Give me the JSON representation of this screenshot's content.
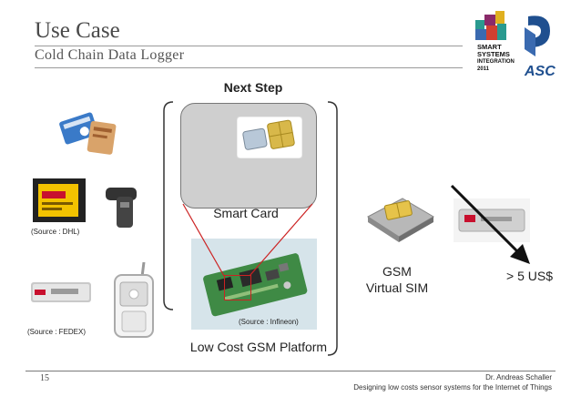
{
  "slide": {
    "title": "Use Case",
    "subtitle": "Cold Chain Data Logger",
    "next_step": "Next Step",
    "smart_card_label": "Smart Card",
    "platform_label": "Low Cost GSM Platform",
    "gsm_label_1": "GSM",
    "gsm_label_2": "Virtual SIM",
    "price_label": "> 5 US$",
    "source_dhl": "(Source : DHL)",
    "source_fedex": "(Source : FEDEX)",
    "source_infineon": "(Source : Infineon)"
  },
  "logo": {
    "line1": "SMART",
    "line2": "SYSTEMS",
    "line3": "INTEGRATION",
    "line4": "2011",
    "acronym": "ASC"
  },
  "footer": {
    "page_number": "15",
    "author": "Dr. Andreas Schaller",
    "talk_title": "Designing low costs sensor systems for the Internet of Things"
  },
  "colors": {
    "accent_red": "#cc2222",
    "logo_blue": "#1f4f8f",
    "logo_teal": "#2a9a8f",
    "board_green": "#3f8a45"
  }
}
